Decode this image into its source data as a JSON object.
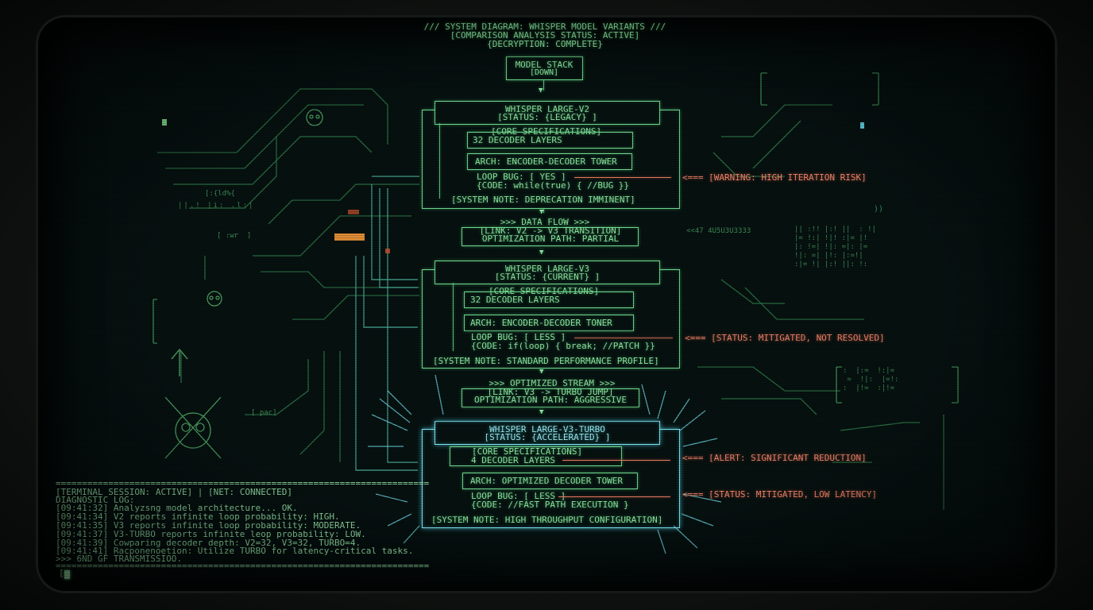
{
  "header": {
    "line1": "/// SYSTEM DIAGRAM: WHISPER MODEL VARIANTS ///",
    "line2": "[COMPARISON ANALYSIS STATUS: ACTIVE]",
    "line3": "{DECRYPTION: COMPLETE}"
  },
  "model_stack": {
    "title": "MODEL STACK",
    "sub": "[DOWN]"
  },
  "v2": {
    "title": "WHISPER LARGE-V2",
    "status": "[STATUS: {LEGACY} ]",
    "spec_header": "[CORE SPECIFICATIONS]",
    "layers": "32 DECODER LAYERS",
    "arch": "ARCH: ENCODER-DECODER TOWER",
    "loop": "LOOP BUG: [ YES ]",
    "code": "{CODE: while(true) { //BUG }}",
    "note": "[SYSTEM NOTE: DEPRECATION IMMINENT]",
    "callout": "<=== [WARNING: HIGH ITERATION RISK]"
  },
  "flow1": {
    "line1": ">>> DATA FLOW >>>",
    "line2": "[LINK: V2 -> V3 TRANSITION]",
    "line3": "OPTIMIZATION PATH: PARTIAL"
  },
  "v3": {
    "title": "WHISPER LARGE-V3",
    "status": "[STATUS: {CURRENT} ]",
    "spec_header": "[CORE SPECIFICATIONS]",
    "layers": "32 DECODER LAYERS",
    "arch": "ARCH: ENCODER-DECODER TONER",
    "loop": "LOOP BUG: [ LESS ]",
    "code": "{CODE: if(loop) { break; //PATCH }}",
    "note": "[SYSTEM NOTE: STANDARD PERFORMANCE PROFILE]",
    "callout": "<=== [STATUS: MITIGATED, NOT RESOLVED]"
  },
  "flow2": {
    "line1": ">>> OPTIMIZED STREAM >>>",
    "line2": "[LINK: V3 -> TURBO JUMP]",
    "line3": "OPTIMIZATION PATH: AGGRESSIVE"
  },
  "turbo": {
    "title": "WHISPER LARGE-V3-TURBO",
    "status": "[STATUS: {ACCELERATED} ]",
    "spec_header": "[CORE SPECIFICATIONS]",
    "layers": "4 DECODER LAYERS",
    "arch": "ARCH: OPTIMIZED DECODER TOWER",
    "loop": "LOOP BUG: [ LESS ]",
    "code": "{CODE: //FAST PATH EXECUTION }",
    "note": "[SYSTEM NOTE: HIGH THROUGHPUT CONFIGURATION]",
    "callout_layers": "<=== [ALERT: SIGNIFICANT REDUCTION]",
    "callout_loop": "<=== [STATUS: MITIGATED, LOW LATENCY]"
  },
  "terminal": {
    "rule": "=======================================================================",
    "session": "[TERMINAL SESSION: ACTIVE] | [NET: CONNECTED]",
    "title": "DIAGNOSTIC LOG:",
    "lines": [
      "[09:41:32] Analyzsng model architecture... OK.",
      "[09:41:34] V2 reports infinite loop probability: HIGH.",
      "[09:41:35] V3 reports infinite loop probability: MODERATE.",
      "[09:41:37] V3-TURBO reports infinite leop probability: LOW.",
      "[09:41:39] Cowparing decoder depth: V2=32, V3=32, TURBO=4.",
      "[09:41:41] Racponenoetion: Utilize TURBO for latency-critical tasks.",
      ">>> 6ND GF TRANSMISSIOO."
    ],
    "prompt": "["
  },
  "decor": {
    "left_brace": "[:{ld%{",
    "left_bracket": "[ :wr  ]",
    "left_pace": "[ pac]",
    "right_code": "<<47 4U5U3U3333",
    "right_parens": "))"
  },
  "colors": {
    "phosphor_green": "#8fe6a2",
    "turbo_cyan": "#9fe8ee",
    "alert_red": "#f0836a",
    "background": "#061110"
  }
}
